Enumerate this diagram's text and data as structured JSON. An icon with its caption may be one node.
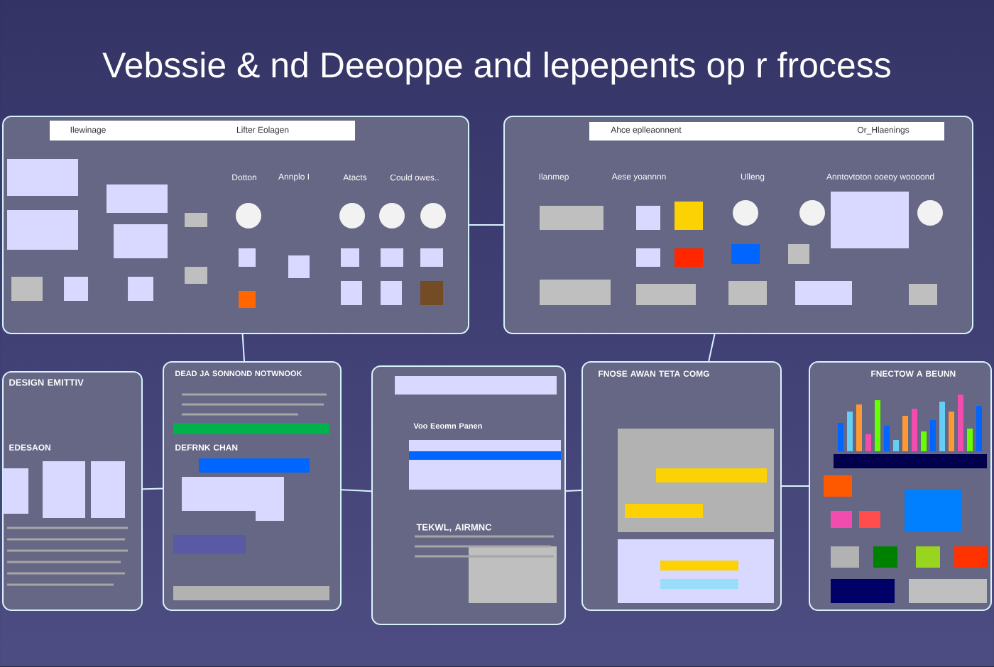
{
  "diagram": {
    "title": "Vebssie & nd Deeoppe and lepepents op r frocess",
    "nodes": [
      {
        "text": [
          "Ilewinage",
          "Lifter Eolagen",
          "Dotton",
          "Annplo I",
          "Atacts",
          "Could owes.."
        ]
      },
      {
        "text": [
          "Ahce eplleaonnent",
          "Or_Hlaenings",
          "Ilanmep",
          "Aese yoannnn",
          "Ulleng",
          "Anntovtoton ooeoy woooond"
        ]
      },
      {
        "text": [
          "DESIGN EMITTIV",
          "EDESAON"
        ]
      },
      {
        "text": [
          "DEAD JA SONNOND NOTWNOOK",
          "DEFRNK CHAN"
        ]
      },
      {
        "text": [
          "Voo Eeomn Panen",
          "TEKWL, AIRMNC"
        ]
      },
      {
        "text": [
          "FNOSE AWAN TETA COMG"
        ]
      },
      {
        "text": [
          "FNECTOW A BEUNN"
        ]
      }
    ],
    "edges": [
      {
        "from": 0,
        "to": 1,
        "arrow": "none"
      },
      {
        "from": 2,
        "to": 3,
        "arrow": "none"
      },
      {
        "from": 3,
        "to": 4,
        "arrow": "none"
      },
      {
        "from": 4,
        "to": 5,
        "arrow": "none"
      },
      {
        "from": 5,
        "to": 6,
        "arrow": "none"
      },
      {
        "from": 0,
        "to": 3,
        "arrow": "none"
      },
      {
        "from": 1,
        "to": 5,
        "arrow": "none"
      }
    ]
  }
}
